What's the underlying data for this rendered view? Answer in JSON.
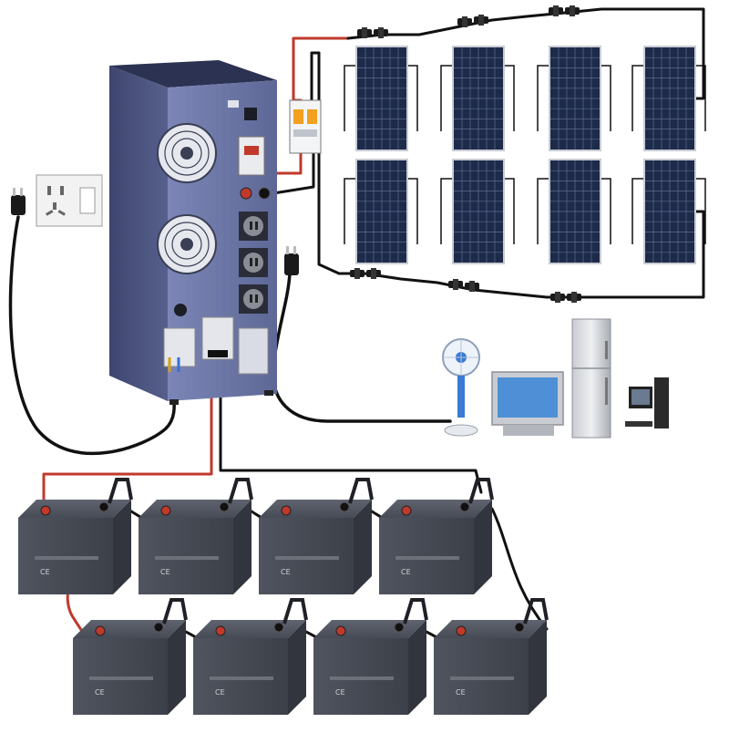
{
  "diagram": {
    "panels": {
      "columns": 4,
      "rows": 2,
      "frame_color": "#c9ccd3",
      "cell_color": "#1d2a4a"
    },
    "inverter": {
      "body_color": "#6d77a6",
      "dark_color": "#4a5380",
      "fans": 2,
      "sockets": 3
    },
    "wall_outlet": {
      "color": "#f2f2f2"
    },
    "batteries": {
      "rows": 2,
      "per_row": 4,
      "body_color": "#4a4e58",
      "label_marks": [
        "CE"
      ]
    },
    "wiring": {
      "positive_color": "#c0392b",
      "negative_color": "#111111"
    },
    "appliances": [
      {
        "name": "fan-icon"
      },
      {
        "name": "tv-icon"
      },
      {
        "name": "refrigerator-icon"
      },
      {
        "name": "desktop-computer-icon"
      }
    ]
  }
}
